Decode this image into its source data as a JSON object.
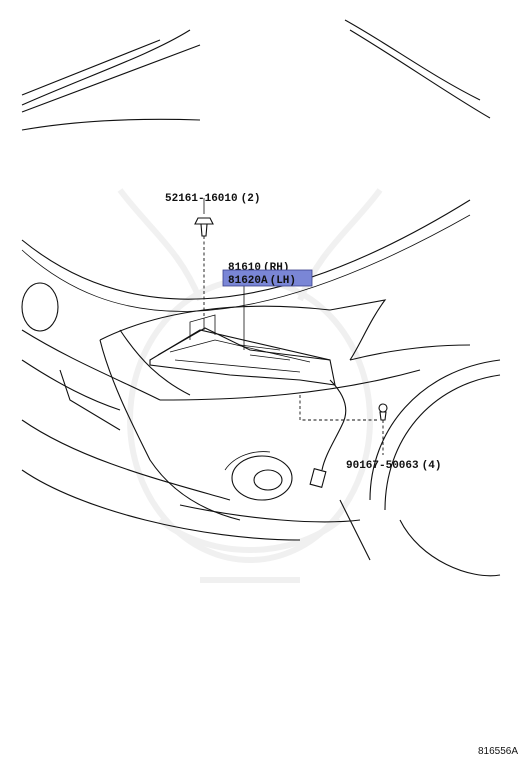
{
  "parts": [
    {
      "number": "52161-16010",
      "qty": "(2)"
    },
    {
      "number": "81610",
      "side": "(RH)"
    },
    {
      "number": "81620A",
      "side": "(LH)",
      "highlighted": true
    },
    {
      "number": "90167-50063",
      "qty": "(4)"
    }
  ],
  "diagram_code": "816556A",
  "colors": {
    "highlight": "#7a86d6",
    "line": "#111111"
  }
}
